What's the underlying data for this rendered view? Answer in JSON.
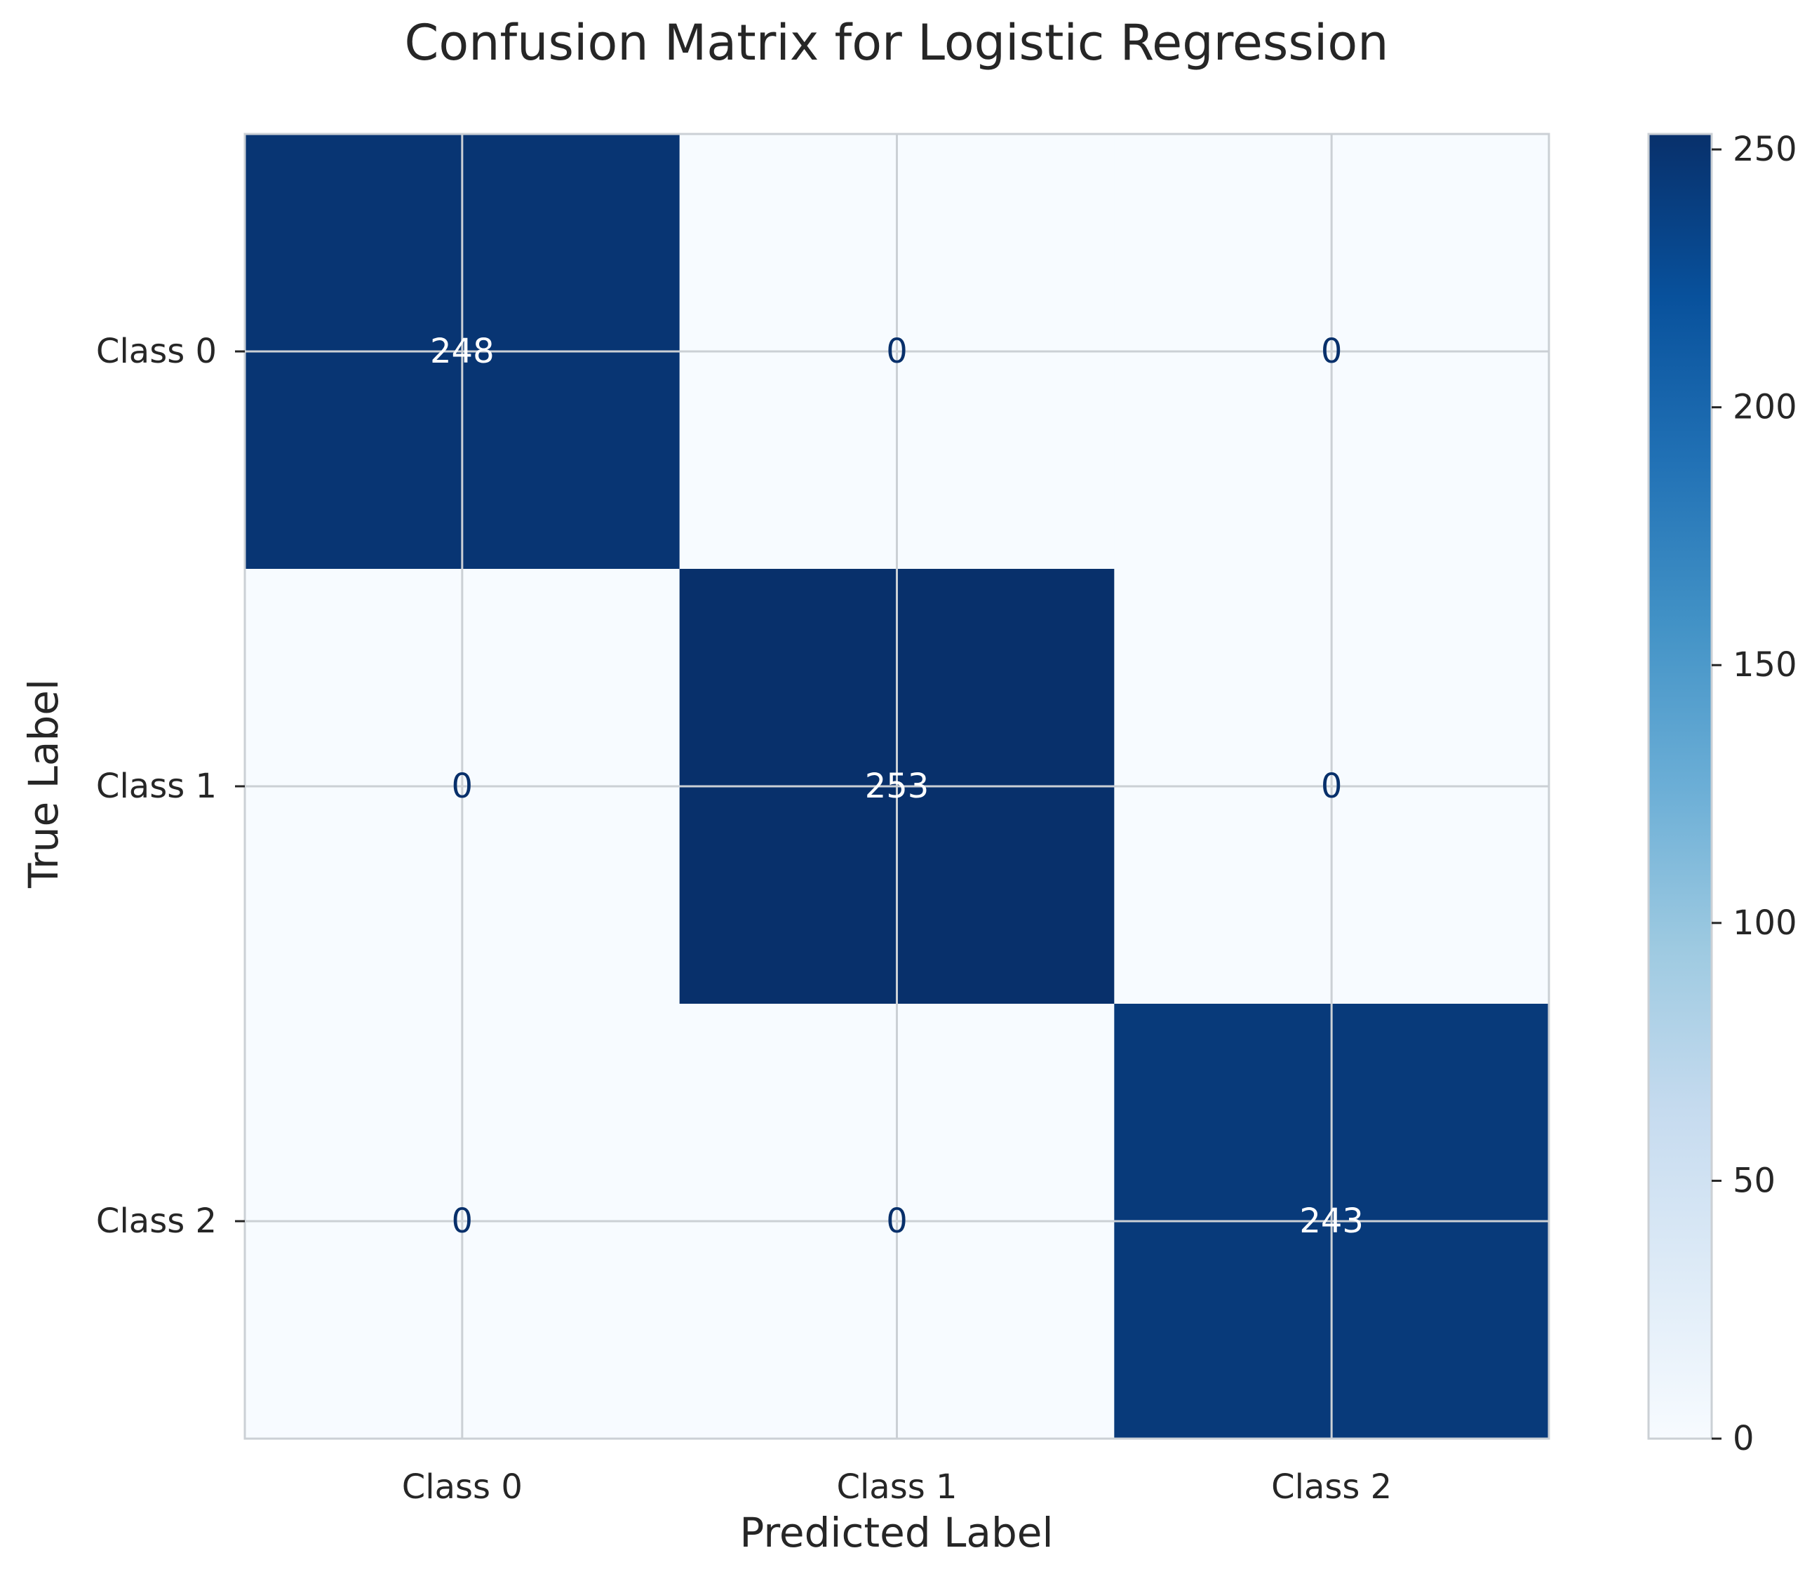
{
  "chart_data": {
    "type": "heatmap",
    "title": "Confusion Matrix for Logistic Regression",
    "xlabel": "Predicted Label",
    "ylabel": "True Label",
    "x_categories": [
      "Class 0",
      "Class 1",
      "Class 2"
    ],
    "y_categories": [
      "Class 0",
      "Class 1",
      "Class 2"
    ],
    "values": [
      [
        248,
        0,
        0
      ],
      [
        0,
        253,
        0
      ],
      [
        0,
        0,
        243
      ]
    ],
    "colormap": "Blues",
    "colorbar": {
      "range": [
        0,
        253
      ],
      "ticks": [
        0,
        50,
        100,
        150,
        200,
        250
      ],
      "tick_labels": [
        "0",
        "50",
        "100",
        "150",
        "200",
        "250"
      ]
    },
    "grid": true
  },
  "colors": {
    "low": "#f7fbff",
    "high": "#08306b",
    "grid": "#cbd0d5",
    "text_dark": "#08306b",
    "text_light": "#ffffff",
    "label": "#262626"
  }
}
